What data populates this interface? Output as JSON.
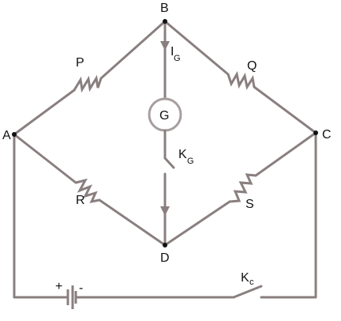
{
  "diagram": {
    "nodes": {
      "A": "A",
      "B": "B",
      "C": "C",
      "D": "D"
    },
    "resistors": {
      "P": "P",
      "Q": "Q",
      "R": "R",
      "S": "S"
    },
    "galvanometer": {
      "symbol": "G",
      "current_main": "I",
      "current_sub": "G"
    },
    "galvanometer_key": {
      "main": "K",
      "sub": "G"
    },
    "cell_key": {
      "main": "K",
      "sub": "c"
    },
    "battery": {
      "plus": "+",
      "minus": "-"
    },
    "colors": {
      "wire": "#8a7f7f",
      "text": "#111111",
      "background": "#ffffff"
    }
  }
}
